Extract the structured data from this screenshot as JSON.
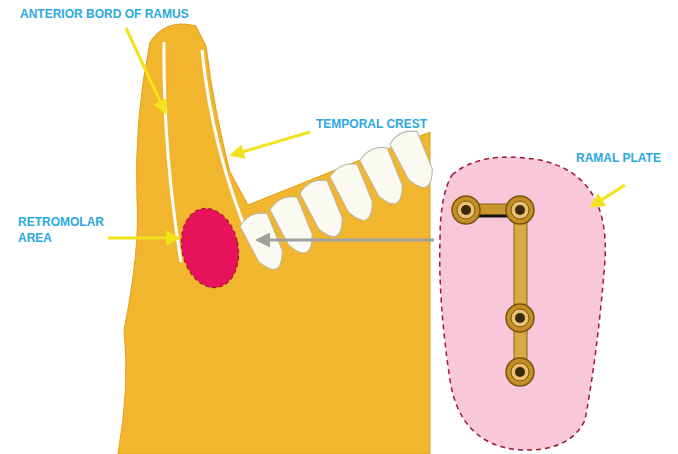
{
  "diagram": {
    "labels": [
      "ANTERIOR BORD OF RAMUS",
      "TEMPORAL CREST",
      "RETROMOLAR AREA",
      "RAMAL PLATE"
    ]
  }
}
